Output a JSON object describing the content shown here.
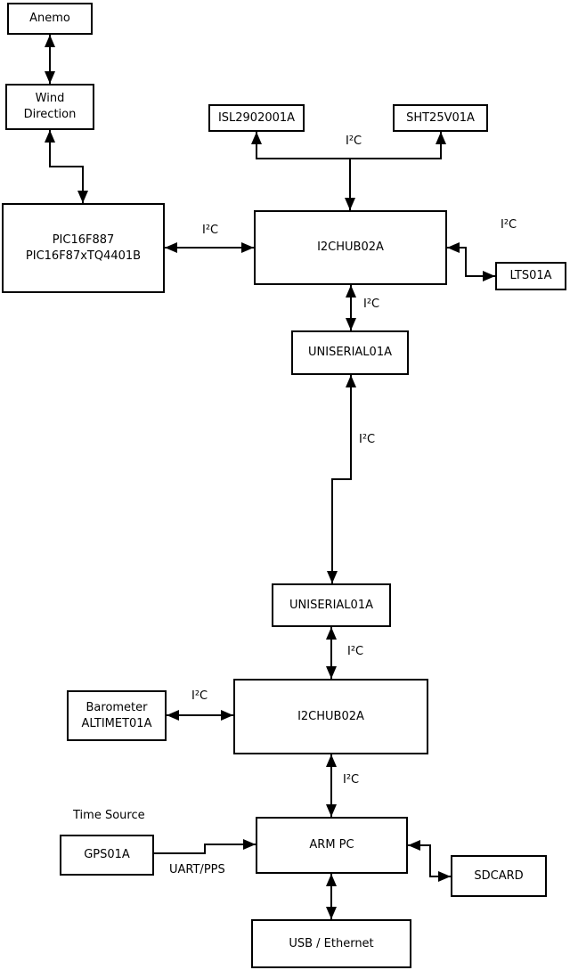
{
  "diagram": {
    "colors": {
      "background": "#ffffff",
      "box_fill": "#ffffff",
      "stroke": "#000000",
      "text": "#000000"
    },
    "nodes": [
      {
        "id": "anemo",
        "lines": [
          "Anemo"
        ]
      },
      {
        "id": "wind-direction",
        "lines": [
          "Wind",
          "Direction"
        ]
      },
      {
        "id": "pic-mcu",
        "lines": [
          "PIC16F887",
          "PIC16F87xTQ4401B"
        ]
      },
      {
        "id": "isl-sensor",
        "lines": [
          "ISL2902001A"
        ]
      },
      {
        "id": "sht-sensor",
        "lines": [
          "SHT25V01A"
        ]
      },
      {
        "id": "i2c-hub-upper",
        "lines": [
          "I2CHUB02A"
        ]
      },
      {
        "id": "lts-sensor",
        "lines": [
          "LTS01A"
        ]
      },
      {
        "id": "uniserial-upper",
        "lines": [
          "UNISERIAL01A"
        ]
      },
      {
        "id": "uniserial-lower",
        "lines": [
          "UNISERIAL01A"
        ]
      },
      {
        "id": "i2c-hub-lower",
        "lines": [
          "I2CHUB02A"
        ]
      },
      {
        "id": "barometer",
        "lines": [
          "Barometer",
          "ALTIMET01A"
        ]
      },
      {
        "id": "gps",
        "lines": [
          "GPS01A"
        ]
      },
      {
        "id": "arm-pc",
        "lines": [
          "ARM PC"
        ]
      },
      {
        "id": "sdcard",
        "lines": [
          "SDCARD"
        ]
      },
      {
        "id": "usb-ethernet",
        "lines": [
          "USB / Ethernet"
        ]
      }
    ],
    "labels": [
      {
        "id": "i2c-sensor-bus",
        "text": "I²C"
      },
      {
        "id": "i2c-pic-hub",
        "text": "I²C"
      },
      {
        "id": "i2c-hub-lts",
        "text": "I²C"
      },
      {
        "id": "i2c-hub1-uniserial1",
        "text": "I²C"
      },
      {
        "id": "i2c-long-link",
        "text": "I²C"
      },
      {
        "id": "i2c-uniserial2-hub2",
        "text": "I²C"
      },
      {
        "id": "i2c-barometer-hub2",
        "text": "I²C"
      },
      {
        "id": "i2c-hub2-armpc",
        "text": "I²C"
      },
      {
        "id": "time-source",
        "text": "Time Source"
      },
      {
        "id": "uart-pps",
        "text": "UART/PPS"
      }
    ],
    "edges": [
      {
        "from": "anemo",
        "to": "wind-direction",
        "direction": "both"
      },
      {
        "from": "wind-direction",
        "to": "pic-mcu",
        "direction": "both"
      },
      {
        "from": "pic-mcu",
        "to": "i2c-hub-upper",
        "bus": "I²C",
        "direction": "both"
      },
      {
        "from": "i2c-hub-upper",
        "to": "isl-sensor",
        "bus": "I²C",
        "direction": "both"
      },
      {
        "from": "i2c-hub-upper",
        "to": "sht-sensor",
        "bus": "I²C",
        "direction": "both"
      },
      {
        "from": "i2c-hub-upper",
        "to": "lts-sensor",
        "bus": "I²C",
        "direction": "both"
      },
      {
        "from": "i2c-hub-upper",
        "to": "uniserial-upper",
        "bus": "I²C",
        "direction": "both"
      },
      {
        "from": "uniserial-upper",
        "to": "uniserial-lower",
        "bus": "I²C",
        "direction": "both"
      },
      {
        "from": "uniserial-lower",
        "to": "i2c-hub-lower",
        "bus": "I²C",
        "direction": "both"
      },
      {
        "from": "barometer",
        "to": "i2c-hub-lower",
        "bus": "I²C",
        "direction": "both"
      },
      {
        "from": "i2c-hub-lower",
        "to": "arm-pc",
        "bus": "I²C",
        "direction": "both"
      },
      {
        "from": "gps",
        "to": "arm-pc",
        "bus": "UART/PPS",
        "direction": "to"
      },
      {
        "from": "arm-pc",
        "to": "sdcard",
        "direction": "both"
      },
      {
        "from": "arm-pc",
        "to": "usb-ethernet",
        "direction": "both"
      }
    ]
  }
}
